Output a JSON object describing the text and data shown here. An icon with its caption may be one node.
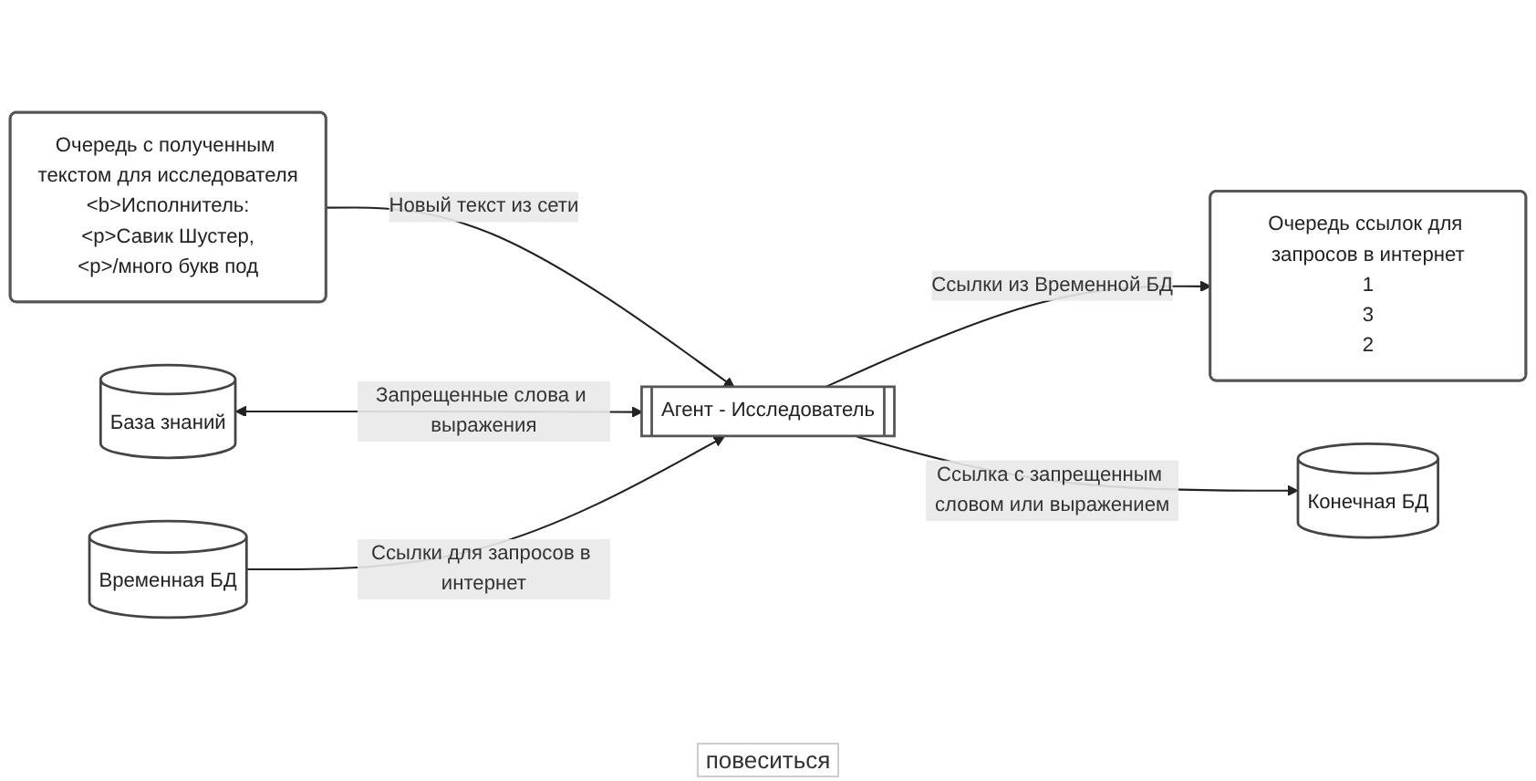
{
  "diagram": {
    "nodes": [
      {
        "text": [
          "Очередь с полученным текстом для исследователя",
          "<b>Исполнитель:",
          "<p>Савик Шустер,",
          "<p>/много букв под"
        ]
      },
      {
        "text": [
          "Очередь ссылок для запросов в интернет",
          "1",
          "3",
          "2"
        ]
      },
      {
        "text": [
          "База знаний"
        ]
      },
      {
        "text": [
          "Агент - Исследователь"
        ]
      },
      {
        "text": [
          "Конечная БД"
        ]
      },
      {
        "text": [
          "Временная БД"
        ]
      }
    ],
    "edges": [
      {
        "from": 0,
        "to": 3,
        "arrow": "to",
        "label": "Новый текст из сети"
      },
      {
        "from": 3,
        "to": 1,
        "arrow": "to",
        "label": "Ссылки из Временной БД"
      },
      {
        "from": 2,
        "to": 3,
        "arrow": "both",
        "label": "Запрещенные слова и выражения"
      },
      {
        "from": 3,
        "to": 4,
        "arrow": "to",
        "label": "Ссылка с запрещенным словом или выражением"
      },
      {
        "from": 5,
        "to": 3,
        "arrow": "to",
        "label": "Ссылки для запросов в интернет"
      }
    ],
    "labels": [
      "повеситься"
    ]
  }
}
